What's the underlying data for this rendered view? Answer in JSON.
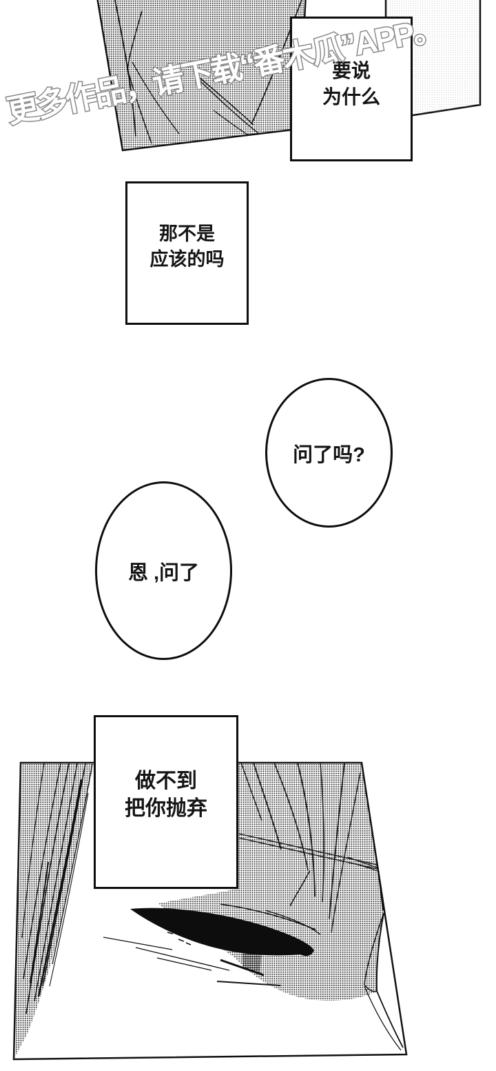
{
  "watermark": {
    "text": "更多作品，请下载“番木瓜”APP。",
    "fill": "#ffffff",
    "outline": "#8a8a8a"
  },
  "bubbles": {
    "b1": {
      "lines": [
        "要说",
        "为什么"
      ]
    },
    "b2": {
      "lines": [
        "那不是",
        "应该的吗"
      ]
    },
    "e1": {
      "text": "问了吗?"
    },
    "e2": {
      "text": "恩 ,问了"
    },
    "b3": {
      "lines": [
        "做不到",
        "把你抛弃"
      ]
    }
  },
  "colors": {
    "ink": "#111111",
    "paper": "#ffffff",
    "halftone_dot": "#333333",
    "watermark_outline": "#8a8a8a"
  }
}
